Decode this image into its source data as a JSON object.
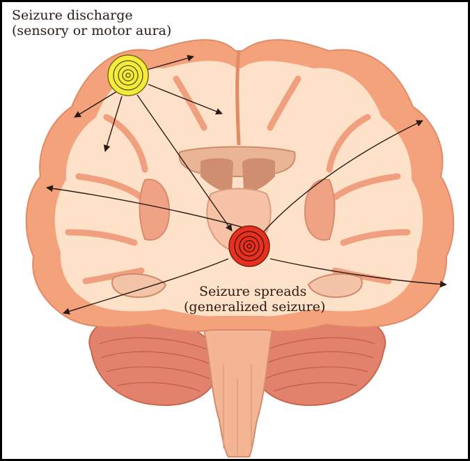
{
  "labels": {
    "aura_line1": "Seizure discharge",
    "aura_line2": "(sensory or motor aura)",
    "spread_line1": "Seizure spreads",
    "spread_line2": "(generalized seizure)"
  },
  "colors": {
    "aura_focus": "#f4ec3c",
    "spread_focus": "#e8301e",
    "cortex": "#f3a27c",
    "white_matter": "#fde1c8",
    "cerebellum": "#e2826c",
    "arrows": "#2a1a14"
  }
}
